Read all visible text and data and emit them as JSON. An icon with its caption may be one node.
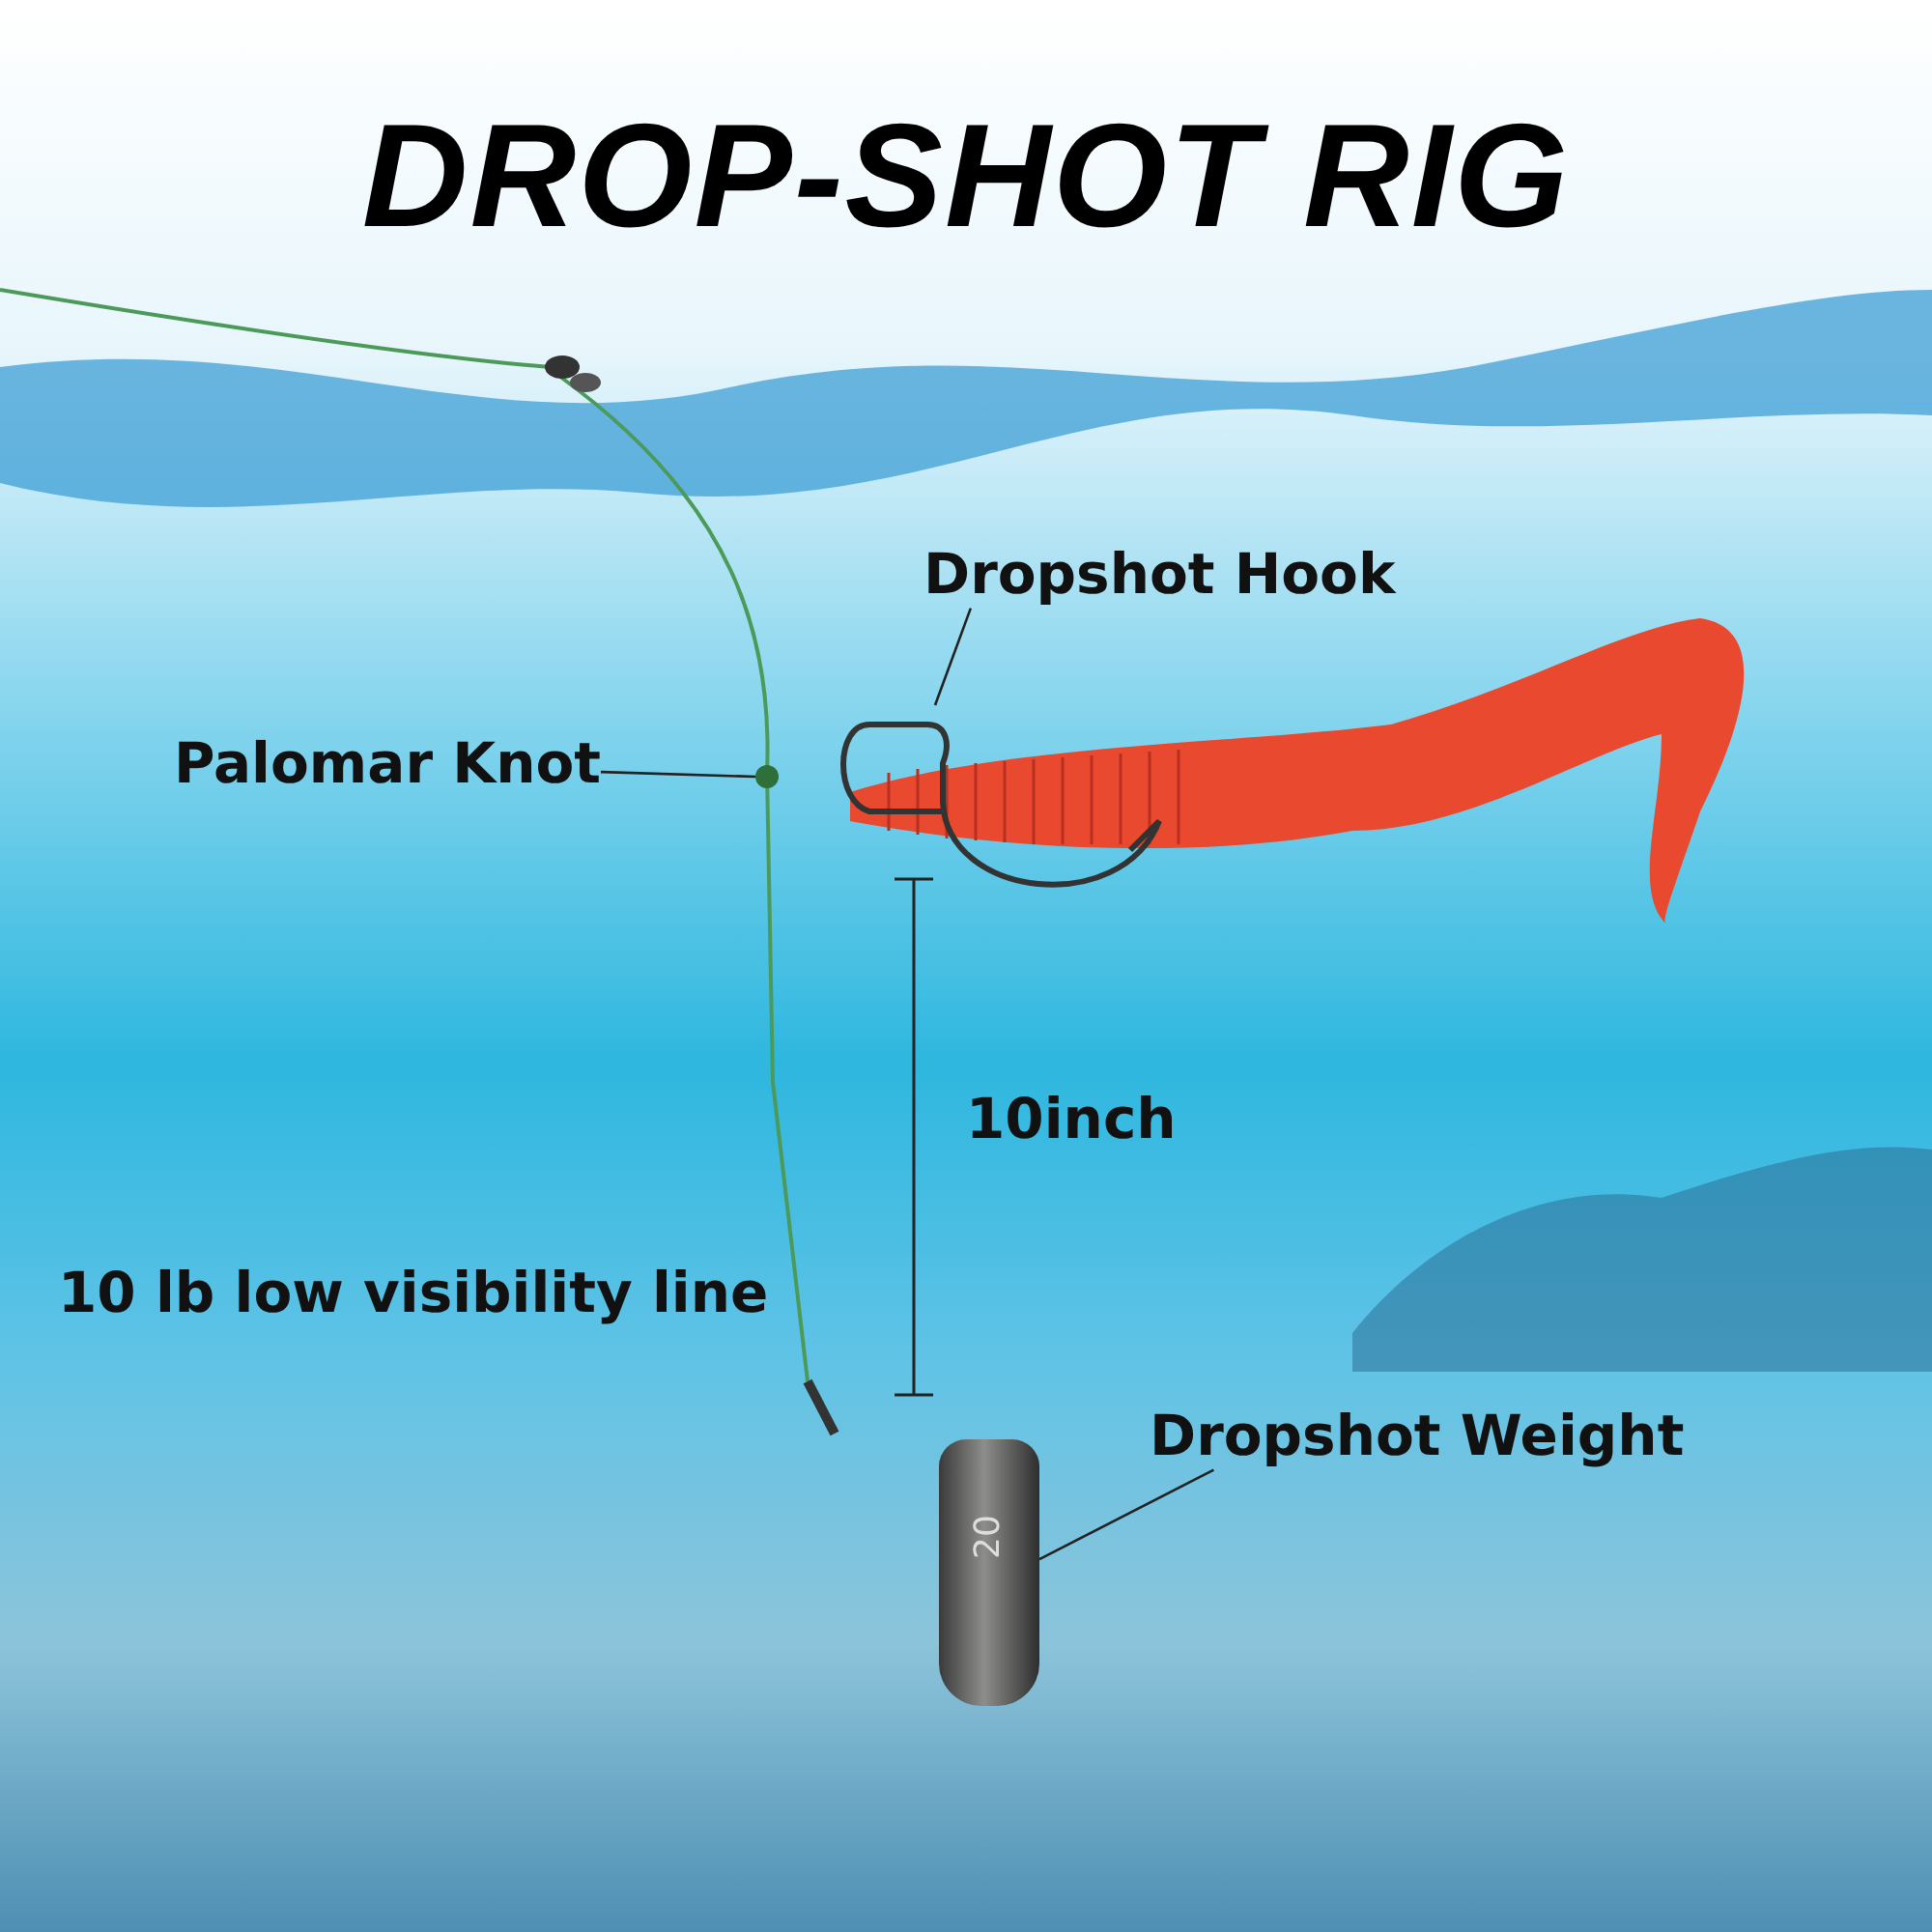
{
  "diagram": {
    "title": "DROP-SHOT RIG",
    "nodes": [
      {
        "text": [
          "Dropshot Hook"
        ]
      },
      {
        "text": [],
        "shape": "picture"
      },
      {
        "text": [
          "Palomar Knot"
        ]
      },
      {
        "text": [],
        "shape": "circle"
      },
      {
        "text": [
          "Dropshot Weight"
        ]
      },
      {
        "text": [
          "20"
        ]
      }
    ],
    "edges": [
      {
        "from": 0,
        "to": 1,
        "arrow": "none"
      },
      {
        "from": 2,
        "to": 3,
        "arrow": "none"
      },
      {
        "from": 4,
        "to": 5,
        "arrow": "none"
      }
    ],
    "labels": [
      "10inch",
      "10 lb low visibility line"
    ]
  }
}
